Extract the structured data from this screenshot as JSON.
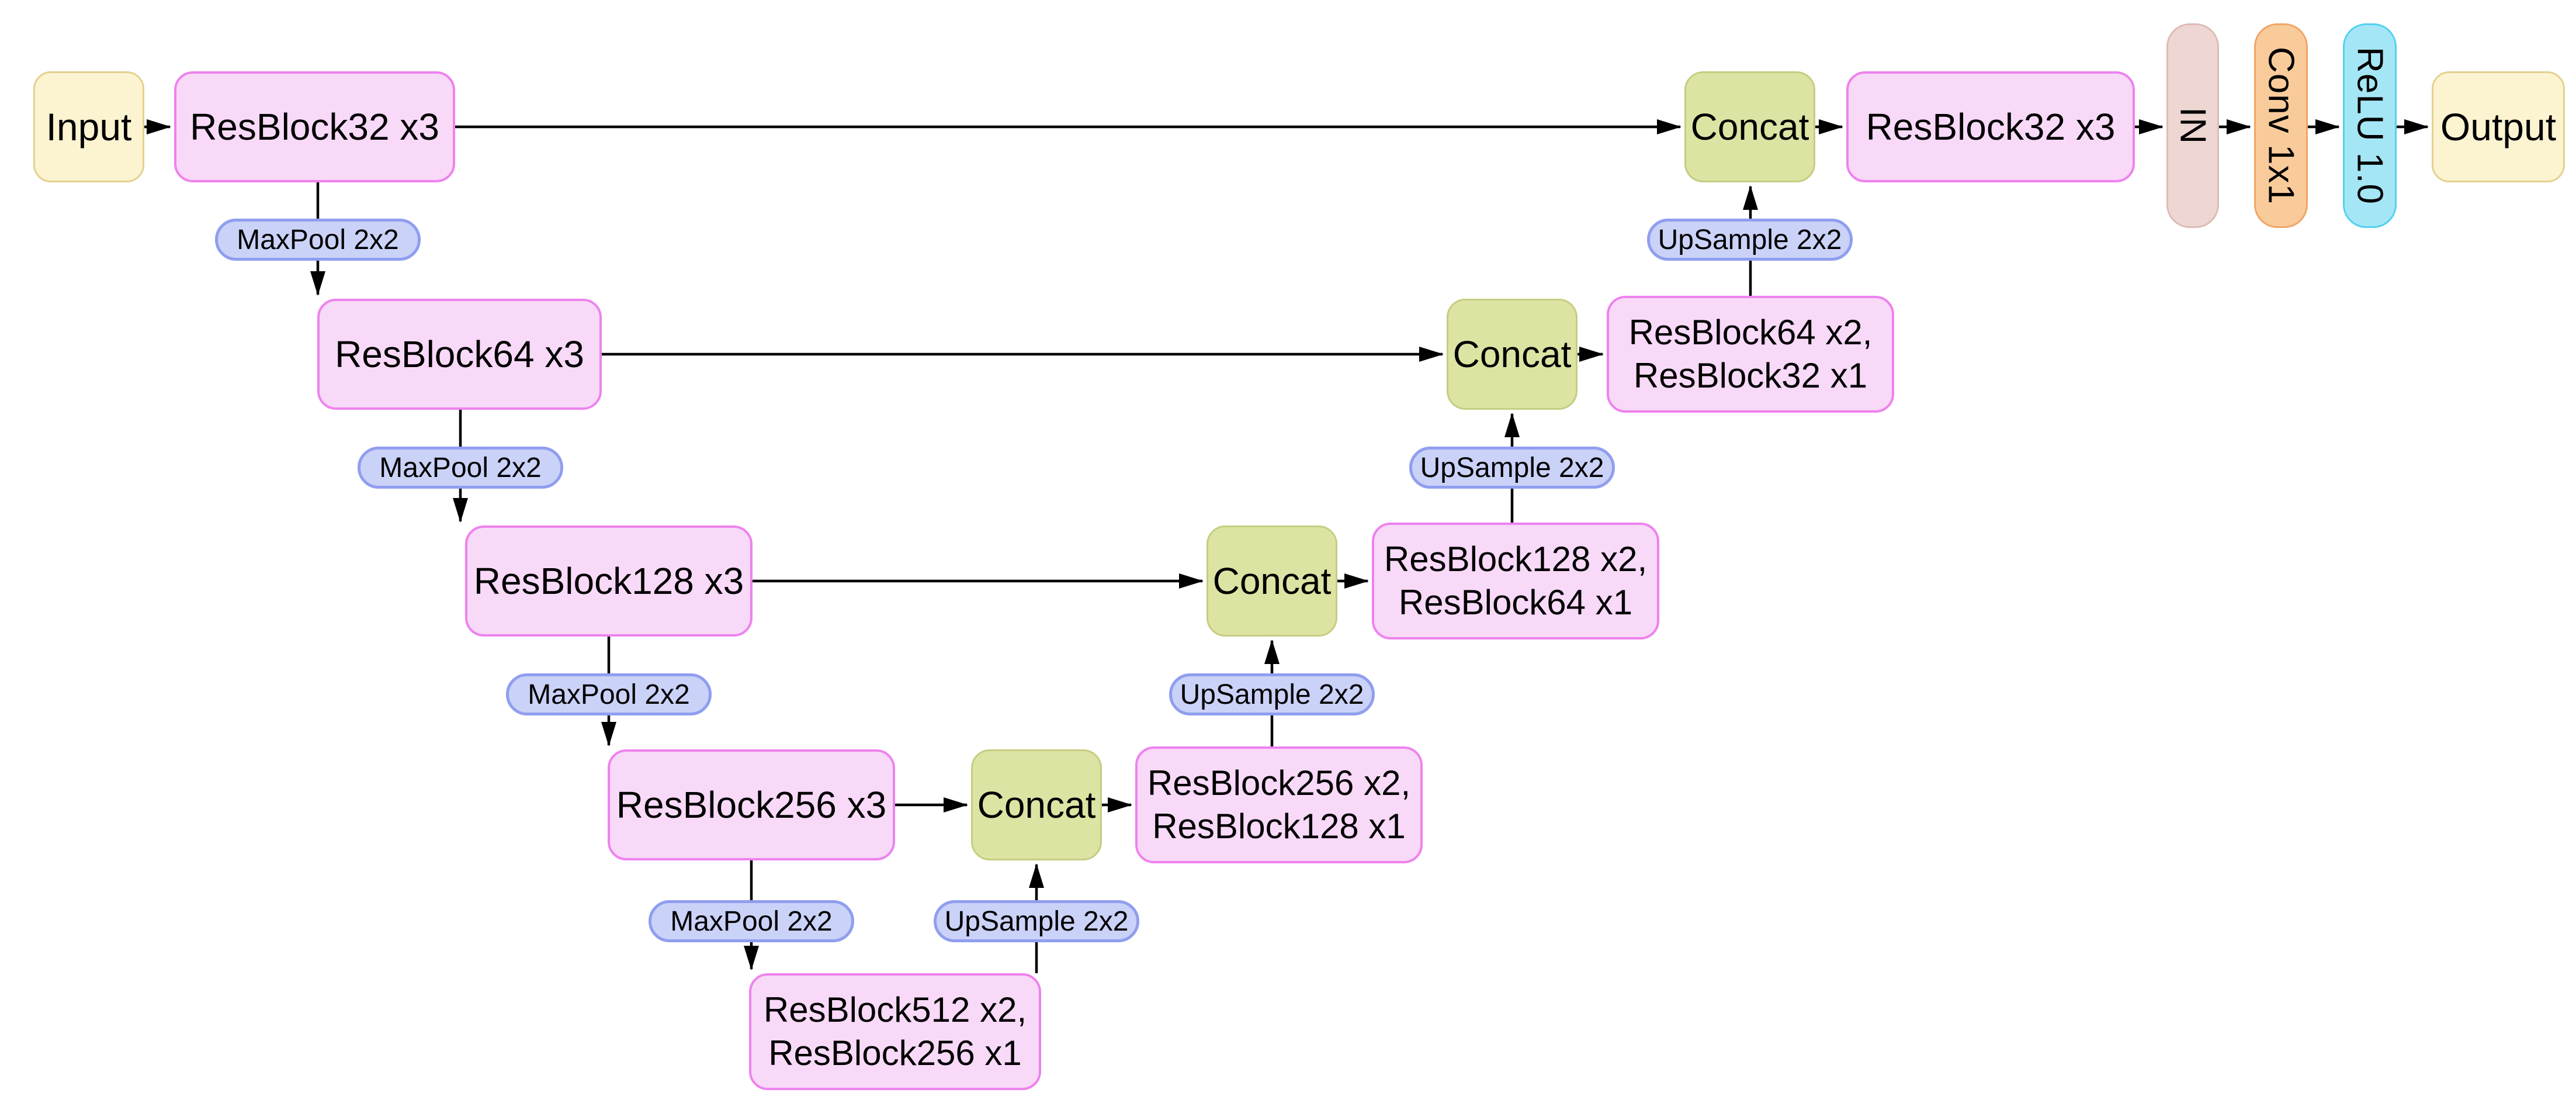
{
  "palette": {
    "background": "#FFFFFF",
    "edge": "#000000",
    "yellow_fill": "#FCF3D1",
    "yellow_border": "#E3D190",
    "pink_fill": "#F8D9F8",
    "pink_border": "#EE82EE",
    "green_fill": "#DDE3A3",
    "green_border": "#C5CD80",
    "pill_fill": "#CBD2F8",
    "pill_border": "#909EEF",
    "rose_fill": "#EED6D3",
    "rose_border": "#DDBBB5",
    "orange_fill": "#F9CB9B",
    "orange_border": "#F0A566",
    "cyan_fill": "#A5E6F6",
    "cyan_border": "#53D0EF"
  },
  "nodes": {
    "input": {
      "label": "Input"
    },
    "enc32": {
      "label": "ResBlock32 x3"
    },
    "enc64": {
      "label": "ResBlock64 x3"
    },
    "enc128": {
      "label": "ResBlock128 x3"
    },
    "enc256": {
      "label": "ResBlock256 x3"
    },
    "bottleneck": {
      "line1": "ResBlock512 x2,",
      "line2": "ResBlock256 x1"
    },
    "dec256": {
      "line1": "ResBlock256 x2,",
      "line2": "ResBlock128 x1"
    },
    "dec128": {
      "line1": "ResBlock128 x2,",
      "line2": "ResBlock64 x1"
    },
    "dec64": {
      "line1": "ResBlock64 x2,",
      "line2": "ResBlock32 x1"
    },
    "dec32": {
      "label": "ResBlock32 x3"
    },
    "concat1": {
      "label": "Concat"
    },
    "concat2": {
      "label": "Concat"
    },
    "concat3": {
      "label": "Concat"
    },
    "concat4": {
      "label": "Concat"
    },
    "instance_norm": {
      "label": "IN"
    },
    "conv1x1": {
      "label": "Conv 1x1"
    },
    "relu": {
      "label": "ReLU 1.0"
    },
    "output": {
      "label": "Output"
    }
  },
  "ops": {
    "maxpool1": {
      "label": "MaxPool 2x2"
    },
    "maxpool2": {
      "label": "MaxPool 2x2"
    },
    "maxpool3": {
      "label": "MaxPool 2x2"
    },
    "maxpool4": {
      "label": "MaxPool 2x2"
    },
    "upsample1": {
      "label": "UpSample 2x2"
    },
    "upsample2": {
      "label": "UpSample 2x2"
    },
    "upsample3": {
      "label": "UpSample 2x2"
    },
    "upsample4": {
      "label": "UpSample 2x2"
    }
  }
}
